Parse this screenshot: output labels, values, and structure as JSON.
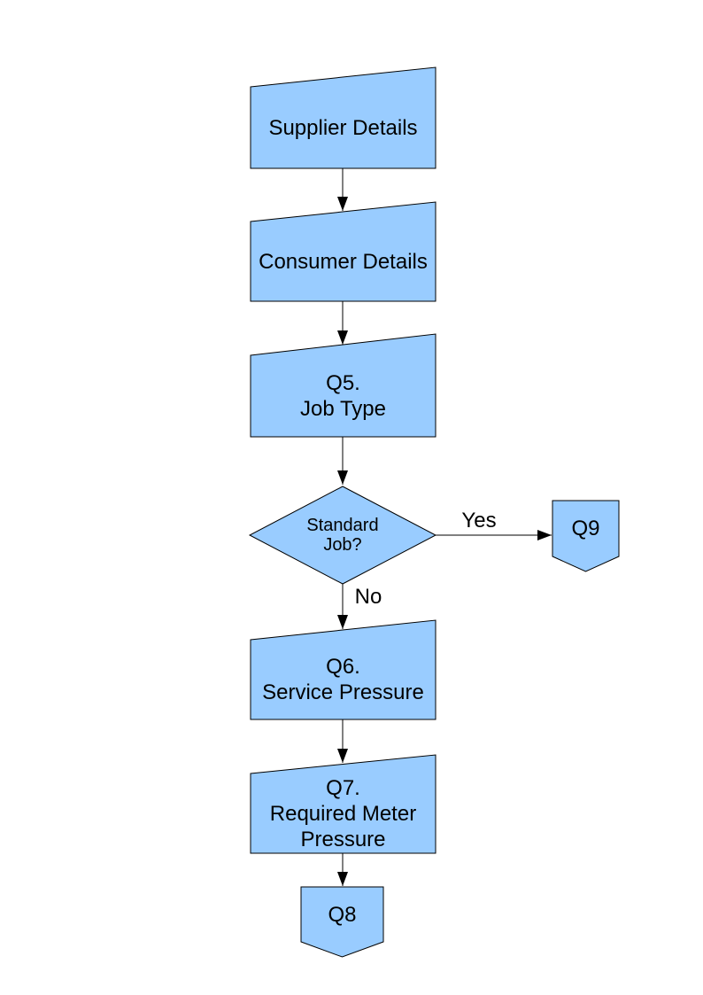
{
  "colors": {
    "node_fill": "#99CCFF",
    "node_border": "#000000",
    "arrow": "#000000",
    "background": "#FFFFFF",
    "text": "#000000"
  },
  "nodes": {
    "supplier": {
      "label": "Supplier Details",
      "type": "manual-input"
    },
    "consumer": {
      "label": "Consumer Details",
      "type": "manual-input"
    },
    "q5": {
      "lines": [
        "Q5.",
        "Job Type"
      ],
      "type": "manual-input"
    },
    "decision": {
      "lines": [
        "Standard",
        "Job?"
      ],
      "type": "decision"
    },
    "q9": {
      "label": "Q9",
      "type": "off-page-connector"
    },
    "q6": {
      "lines": [
        "Q6.",
        "Service Pressure"
      ],
      "type": "manual-input"
    },
    "q7": {
      "lines": [
        "Q7.",
        "Required Meter",
        "Pressure"
      ],
      "type": "manual-input"
    },
    "q8": {
      "label": "Q8",
      "type": "off-page-connector"
    }
  },
  "edge_labels": {
    "yes": "Yes",
    "no": "No"
  }
}
